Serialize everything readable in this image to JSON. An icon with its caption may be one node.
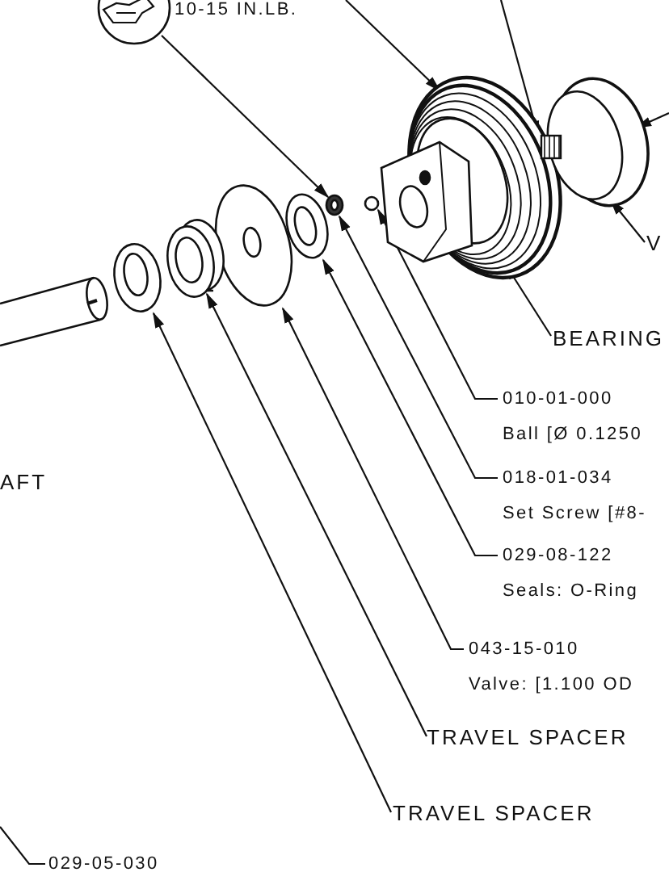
{
  "diagram": {
    "nodes": [
      {
        "text": [],
        "shape": "circle",
        "beside": [
          "10-15 IN.LB."
        ]
      },
      {
        "text": [],
        "shape": "picture"
      },
      {
        "text": [],
        "shape": "picture"
      },
      {
        "text": [],
        "shape": "picture"
      },
      {
        "text": [],
        "shape": "circle"
      },
      {
        "text": [],
        "shape": "picture"
      },
      {
        "text": [],
        "shape": "picture"
      },
      {
        "text": [],
        "shape": "picture"
      },
      {
        "text": [],
        "shape": "picture"
      },
      {
        "text": [
          "V"
        ]
      },
      {
        "text": [
          "BEARING"
        ]
      },
      {
        "text": [
          "010-01-000",
          "Ball [Ø 0.1250"
        ]
      },
      {
        "text": [
          "018-01-034",
          "Set Screw [#8-"
        ]
      },
      {
        "text": [
          "029-08-122",
          "Seals: O-Ring"
        ]
      },
      {
        "text": [
          "043-15-010",
          "Valve: [1.100 OD"
        ]
      },
      {
        "text": [
          "TRAVEL SPACER"
        ]
      },
      {
        "text": [
          "TRAVEL SPACER"
        ]
      },
      {
        "text": [
          "029-05-030"
        ]
      }
    ],
    "edges": [
      {
        "from": 0,
        "to": 3,
        "arrow": "to"
      },
      {
        "from": null,
        "to": 1,
        "arrow": "to"
      },
      {
        "from": null,
        "to": 2,
        "arrow": "to"
      },
      {
        "from": 9,
        "to": 2,
        "arrow": "to"
      },
      {
        "from": 10,
        "to": 1,
        "arrow": "to"
      },
      {
        "from": 11,
        "to": 4,
        "arrow": "to"
      },
      {
        "from": 12,
        "to": 3,
        "arrow": "to"
      },
      {
        "from": 13,
        "to": 5,
        "arrow": "to"
      },
      {
        "from": 14,
        "to": 6,
        "arrow": "to"
      },
      {
        "from": 15,
        "to": 7,
        "arrow": "to"
      },
      {
        "from": 16,
        "to": 8,
        "arrow": "to"
      },
      {
        "from": 17,
        "to": null,
        "arrow": "none"
      },
      {
        "from": null,
        "to": 2,
        "arrow": "to"
      }
    ],
    "labels": [
      "AFT"
    ]
  }
}
